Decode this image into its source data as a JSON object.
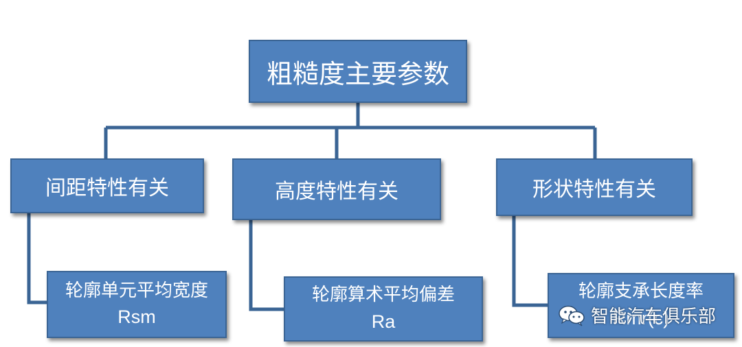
{
  "root": {
    "label": "粗糙度主要参数"
  },
  "categories": [
    {
      "label": "间距特性有关",
      "param_name": "轮廓单元平均宽度",
      "param_code": "Rsm"
    },
    {
      "label": "高度特性有关",
      "param_name": "轮廓算术平均偏差",
      "param_code": "Ra"
    },
    {
      "label": "形状特性有关",
      "param_name": "轮廓支承长度率",
      "param_code": "Rmr(c)"
    }
  ],
  "watermark": {
    "text": "智能汽车俱乐部",
    "icon": "wechat-icon"
  },
  "colors": {
    "node_fill": "#4f81bd",
    "node_border": "#3a6494",
    "line": "#3a6494",
    "text": "#ffffff"
  }
}
